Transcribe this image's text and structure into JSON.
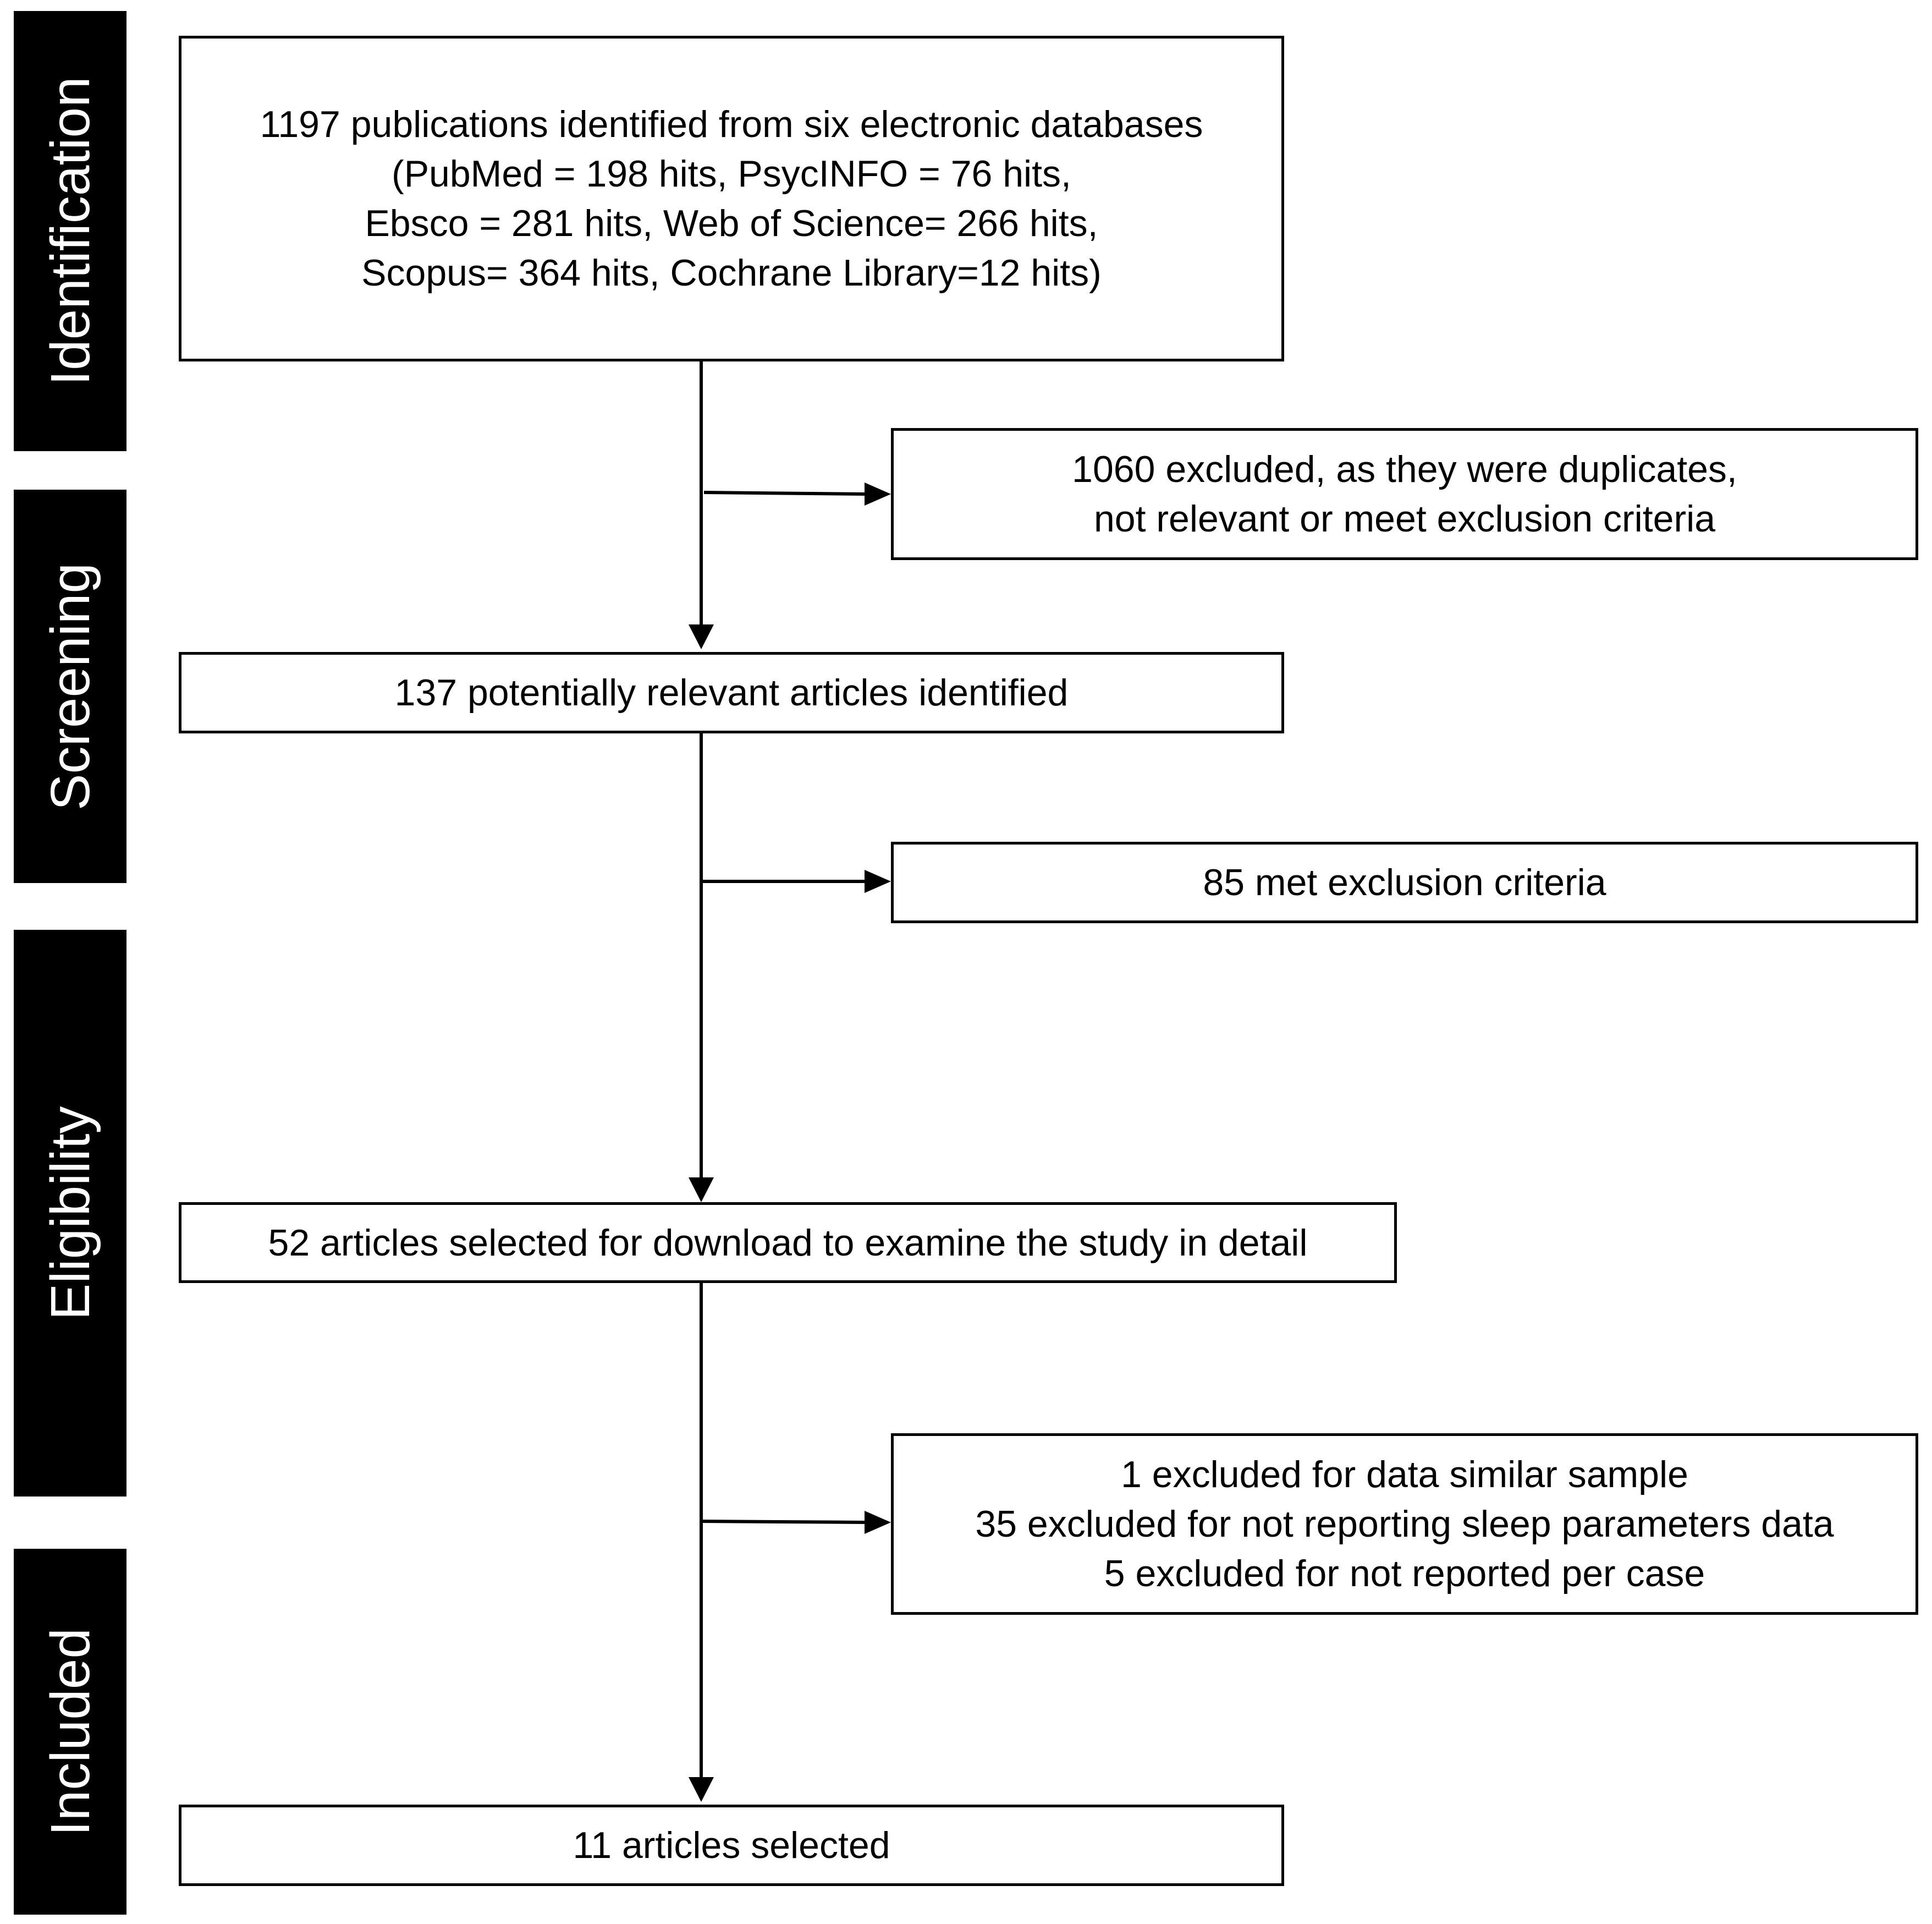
{
  "phases": {
    "identification": "Identification",
    "screening": "Screening",
    "eligibility": "Eligibility",
    "included": "Included"
  },
  "boxes": {
    "identified": {
      "lines": [
        "1197 publications identified from six electronic databases",
        "(PubMed = 198 hits, PsycINFO = 76 hits,",
        "Ebsco = 281 hits, Web of Science= 266 hits,",
        "Scopus= 364 hits, Cochrane Library=12 hits)"
      ]
    },
    "excluded_duplicates": {
      "lines": [
        "1060 excluded, as they were duplicates,",
        "not relevant or meet exclusion criteria"
      ]
    },
    "potentially_relevant": {
      "text": "137 potentially relevant articles identified"
    },
    "met_exclusion": {
      "text": "85 met exclusion criteria"
    },
    "selected_for_download": {
      "text": "52 articles selected for download to examine the study in detail"
    },
    "excluded_details": {
      "lines": [
        "1 excluded for data similar sample",
        "35 excluded for not reporting sleep parameters data",
        "5 excluded for not reported per case"
      ]
    },
    "final_selected": {
      "text": "11 articles selected"
    }
  }
}
